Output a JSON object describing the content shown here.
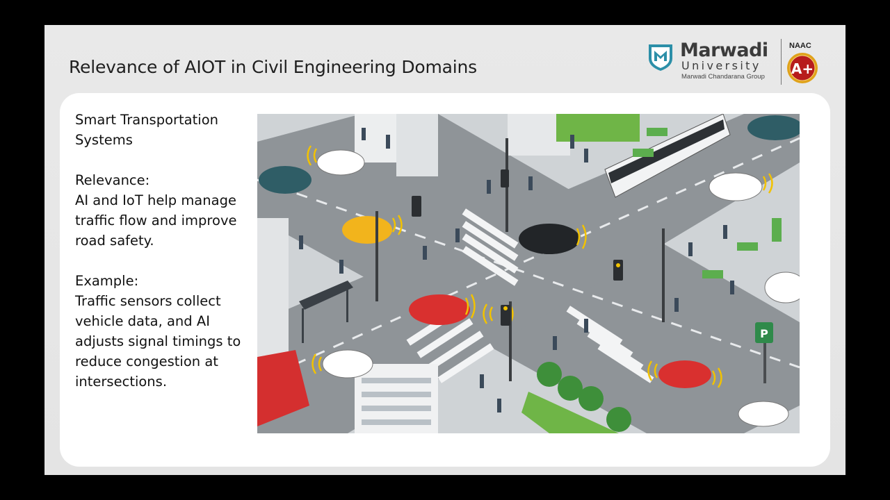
{
  "slide": {
    "title": "Relevance of AIOT in Civil Engineering Domains"
  },
  "logo": {
    "brand_name": "Marwadi",
    "brand_sub": "University",
    "group": "Marwadi Chandarana Group",
    "accreditation": "NAAC",
    "grade": "A+"
  },
  "content": {
    "heading_line1": "Smart Transportation",
    "heading_line2": "Systems",
    "relevance_label": "Relevance:",
    "relevance_lines": [
      "AI and IoT help manage",
      "traffic flow and improve",
      "road safety."
    ],
    "example_label": "Example:",
    "example_lines": [
      "Traffic sensors collect",
      "vehicle data, and AI",
      "adjusts signal timings to",
      "reduce congestion at",
      "intersections."
    ]
  },
  "illustration": {
    "parking_sign": "P"
  },
  "colors": {
    "background": "#000000",
    "slide": "#e6e6e6",
    "panel": "#ffffff",
    "road": "#8f9498",
    "sidewalk": "#cfd3d6",
    "signal_wave": "#f2c200",
    "car_red": "#d9302f",
    "car_yellow": "#f2b41c",
    "logo_teal": "#2c8fa8",
    "badge_red": "#b71c1c",
    "badge_gold": "#e0a21a"
  }
}
